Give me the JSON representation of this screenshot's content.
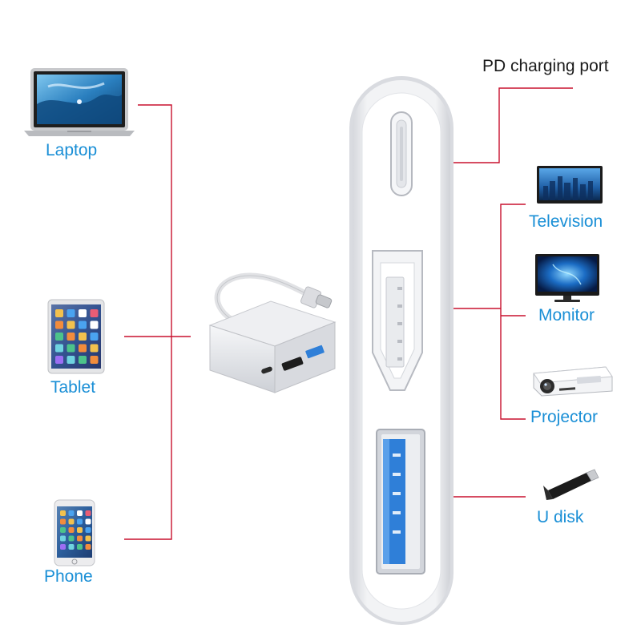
{
  "diagram": {
    "title": "PD charging port",
    "left_devices": [
      {
        "label": "Laptop",
        "icon": "laptop-icon"
      },
      {
        "label": "Tablet",
        "icon": "tablet-icon"
      },
      {
        "label": "Phone",
        "icon": "phone-icon"
      }
    ],
    "right_devices": [
      {
        "label": "Television",
        "icon": "television-icon"
      },
      {
        "label": "Monitor",
        "icon": "monitor-icon"
      },
      {
        "label": "Projector",
        "icon": "projector-icon"
      },
      {
        "label": "U disk",
        "icon": "usb-drive-icon"
      }
    ],
    "colors": {
      "connector_line": "#c8102e",
      "label_text": "#1a8fd6",
      "title_text": "#1b1b1b",
      "usb_port_blue": "#2f7fd8",
      "adapter_body": "#e9eaee"
    }
  }
}
